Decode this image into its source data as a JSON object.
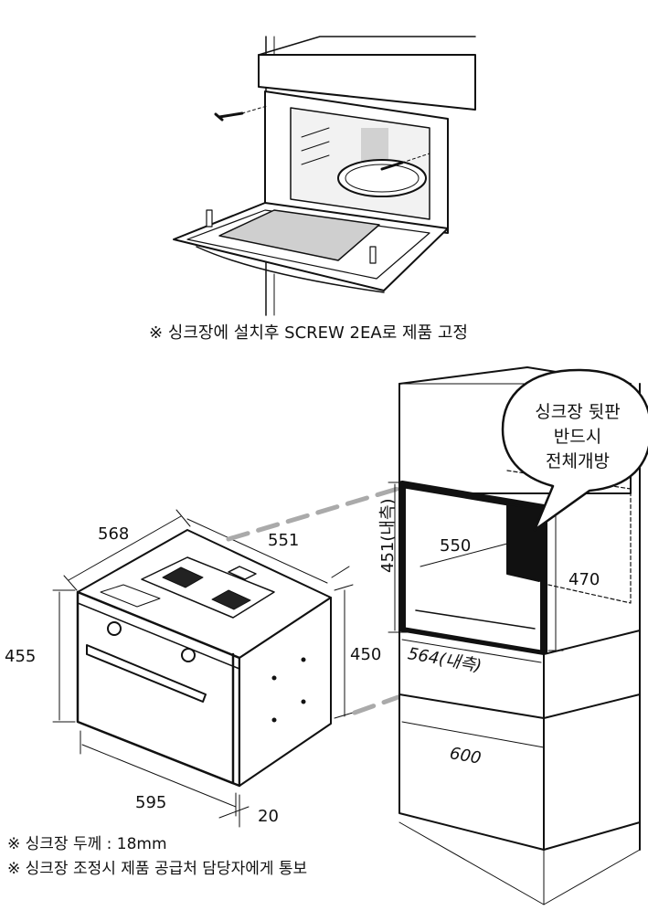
{
  "top_caption": "※ 싱크장에 설치후 SCREW 2EA로 제품 고정",
  "bubble": {
    "line1": "싱크장 뒷판",
    "line2": "반드시",
    "line3": "전체개방"
  },
  "oven_dims": {
    "depth": "568",
    "depth_top": "551",
    "height_front": "455",
    "height_side": "450",
    "width": "595",
    "door": "20"
  },
  "cabinet_dims": {
    "inner_height": "451(내측)",
    "inner_depth": "550",
    "rear_open_height": "470",
    "inner_width": "564(내측)",
    "cabinet_width": "600"
  },
  "notes": {
    "note1": "※ 싱크장 두께 : 18mm",
    "note2": "※ 싱크장 조정시 제품 공급처 담당자에게 통보"
  }
}
